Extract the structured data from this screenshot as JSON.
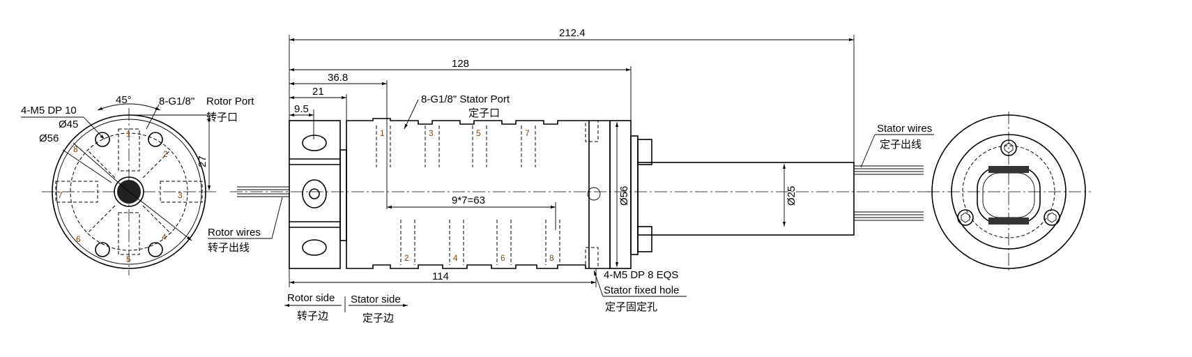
{
  "front_view": {
    "angle": "45°",
    "mount_holes": "4-M5 DP 10",
    "pcd": "Ø45",
    "outer_diameter": "Ø56",
    "rotor_port": "8-G1/8\"",
    "rotor_port_label": "Rotor Port",
    "rotor_port_cn": "转子口",
    "offset": "27",
    "port_numbers": [
      "1",
      "2",
      "3",
      "4",
      "5",
      "6",
      "7",
      "8"
    ],
    "rotor_wires": "Rotor wires",
    "rotor_wires_cn": "转子出线"
  },
  "side_view": {
    "overall_length": "212.4",
    "body_length": "128",
    "first_port": "36.8",
    "rotor_length": "21",
    "rotor_port_offset": "9.5",
    "port_pitch": "9*7=63",
    "stator_length": "114",
    "stator_port": "8-G1/8\" Stator Port",
    "stator_port_cn": "定子口",
    "body_diameter": "Ø56",
    "shaft_diameter": "Ø25",
    "top_ports": [
      "1",
      "3",
      "5",
      "7"
    ],
    "bottom_ports": [
      "2",
      "4",
      "6",
      "8"
    ],
    "stator_wires": "Stator wires",
    "stator_wires_cn": "定子出线",
    "fixed_hole": "4-M5 DP 8 EQS",
    "fixed_hole_label": "Stator fixed hole",
    "fixed_hole_cn": "定子固定孔"
  },
  "legend": {
    "rotor_side": "Rotor side",
    "rotor_side_cn": "转子边",
    "stator_side": "Stator side",
    "stator_side_cn": "定子边"
  }
}
